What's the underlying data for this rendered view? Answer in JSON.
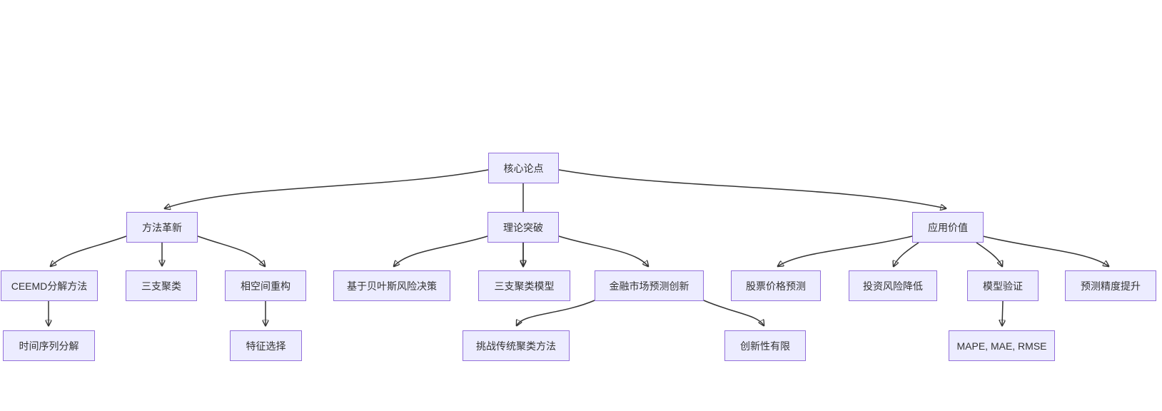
{
  "diagram": {
    "type": "flowchart-top-down",
    "colors": {
      "background": "#FFFFFF",
      "node_fill": "#ECECFF",
      "node_border": "#9370DB",
      "edge": "#333333",
      "text": "#333333"
    },
    "nodes": [
      {
        "id": "core",
        "label": "核心论点"
      },
      {
        "id": "method",
        "label": "方法革新"
      },
      {
        "id": "theory",
        "label": "理论突破"
      },
      {
        "id": "application",
        "label": "应用价值"
      },
      {
        "id": "ceemd",
        "label": "CEEMD分解方法"
      },
      {
        "id": "threeway",
        "label": "三支聚类"
      },
      {
        "id": "phase",
        "label": "相空间重构"
      },
      {
        "id": "bayes",
        "label": "基于贝叶斯风险决策"
      },
      {
        "id": "threewaymodel",
        "label": "三支聚类模型"
      },
      {
        "id": "finance",
        "label": "金融市场预测创新"
      },
      {
        "id": "stock",
        "label": "股票价格预测"
      },
      {
        "id": "invest",
        "label": "投资风险降低"
      },
      {
        "id": "modelval",
        "label": "模型验证"
      },
      {
        "id": "accuracy",
        "label": "预测精度提升"
      },
      {
        "id": "timeseries",
        "label": "时间序列分解"
      },
      {
        "id": "feature",
        "label": "特征选择"
      },
      {
        "id": "challenge",
        "label": "挑战传统聚类方法"
      },
      {
        "id": "limited",
        "label": "创新性有限"
      },
      {
        "id": "metrics",
        "label": "MAPE, MAE, RMSE"
      }
    ],
    "edges": [
      {
        "from": "core",
        "to": "method"
      },
      {
        "from": "core",
        "to": "theory"
      },
      {
        "from": "core",
        "to": "application"
      },
      {
        "from": "method",
        "to": "ceemd"
      },
      {
        "from": "method",
        "to": "threeway"
      },
      {
        "from": "method",
        "to": "phase"
      },
      {
        "from": "theory",
        "to": "bayes"
      },
      {
        "from": "theory",
        "to": "threewaymodel"
      },
      {
        "from": "theory",
        "to": "finance"
      },
      {
        "from": "application",
        "to": "stock"
      },
      {
        "from": "application",
        "to": "invest"
      },
      {
        "from": "application",
        "to": "modelval"
      },
      {
        "from": "application",
        "to": "accuracy"
      },
      {
        "from": "ceemd",
        "to": "timeseries"
      },
      {
        "from": "phase",
        "to": "feature"
      },
      {
        "from": "finance",
        "to": "challenge"
      },
      {
        "from": "finance",
        "to": "limited"
      },
      {
        "from": "modelval",
        "to": "metrics"
      }
    ]
  }
}
